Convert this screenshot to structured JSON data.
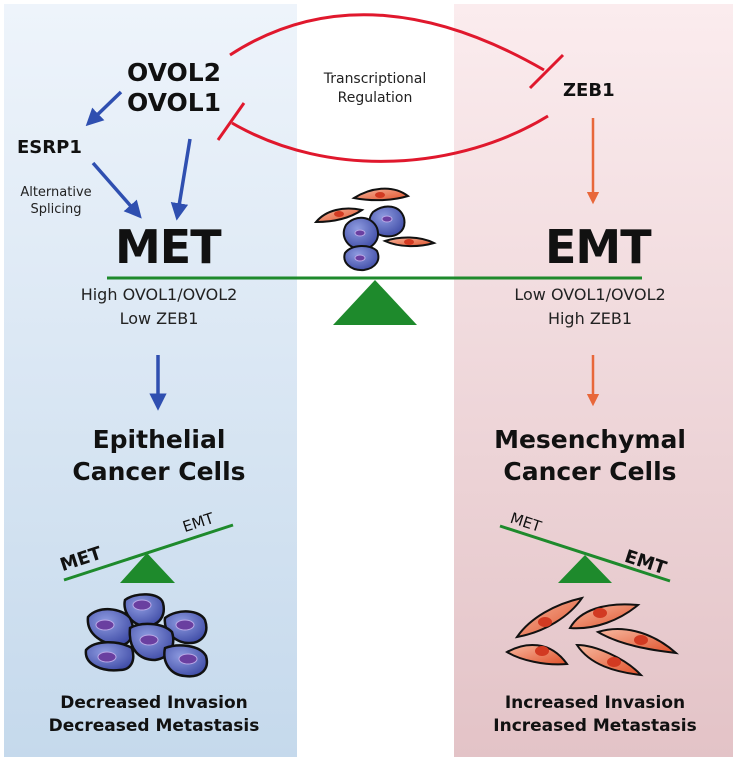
{
  "colors": {
    "epithelial_panel": "#d7e5f3",
    "mesenchymal_panel": "#f0d8db",
    "activation_blue": "#2f4fb0",
    "activation_orange": "#e8673a",
    "inhibition_red": "#e0182d",
    "seesaw_green": "#1e8a2c",
    "epithelial_cell": "#5563b8",
    "mesenchymal_cell": "#ec7a55"
  },
  "regulators": {
    "ovol2": "OVOL2",
    "ovol1": "OVOL1",
    "esrp1": "ESRP1",
    "zeb1": "ZEB1"
  },
  "annotations": {
    "alternative_splicing": [
      "Alternative",
      "Splicing"
    ],
    "transcriptional_regulation": [
      "Transcriptional",
      "Regulation"
    ]
  },
  "states": {
    "met": "MET",
    "emt": "EMT"
  },
  "conditions": {
    "met": [
      "High OVOL1/OVOL2",
      "Low ZEB1"
    ],
    "emt": [
      "Low OVOL1/OVOL2",
      "High ZEB1"
    ]
  },
  "cell_types": {
    "epithelial": [
      "Epithelial",
      "Cancer Cells"
    ],
    "mesenchymal": [
      "Mesenchymal",
      "Cancer Cells"
    ]
  },
  "mini_seesaw": {
    "left": {
      "heavy": "MET",
      "light": "EMT",
      "tilt": "MET side down"
    },
    "right": {
      "heavy": "EMT",
      "light": "MET",
      "tilt": "EMT side down"
    }
  },
  "outcomes": {
    "epithelial": [
      "Decreased Invasion",
      "Decreased Metastasis"
    ],
    "mesenchymal": [
      "Increased Invasion",
      "Increased Metastasis"
    ]
  },
  "icons": {
    "epithelial_cluster": "blue-cobblestone-cells",
    "mesenchymal_cluster": "orange-spindle-cells",
    "mixed_cluster": "mixed-cells",
    "fulcrum": "green-triangle"
  }
}
